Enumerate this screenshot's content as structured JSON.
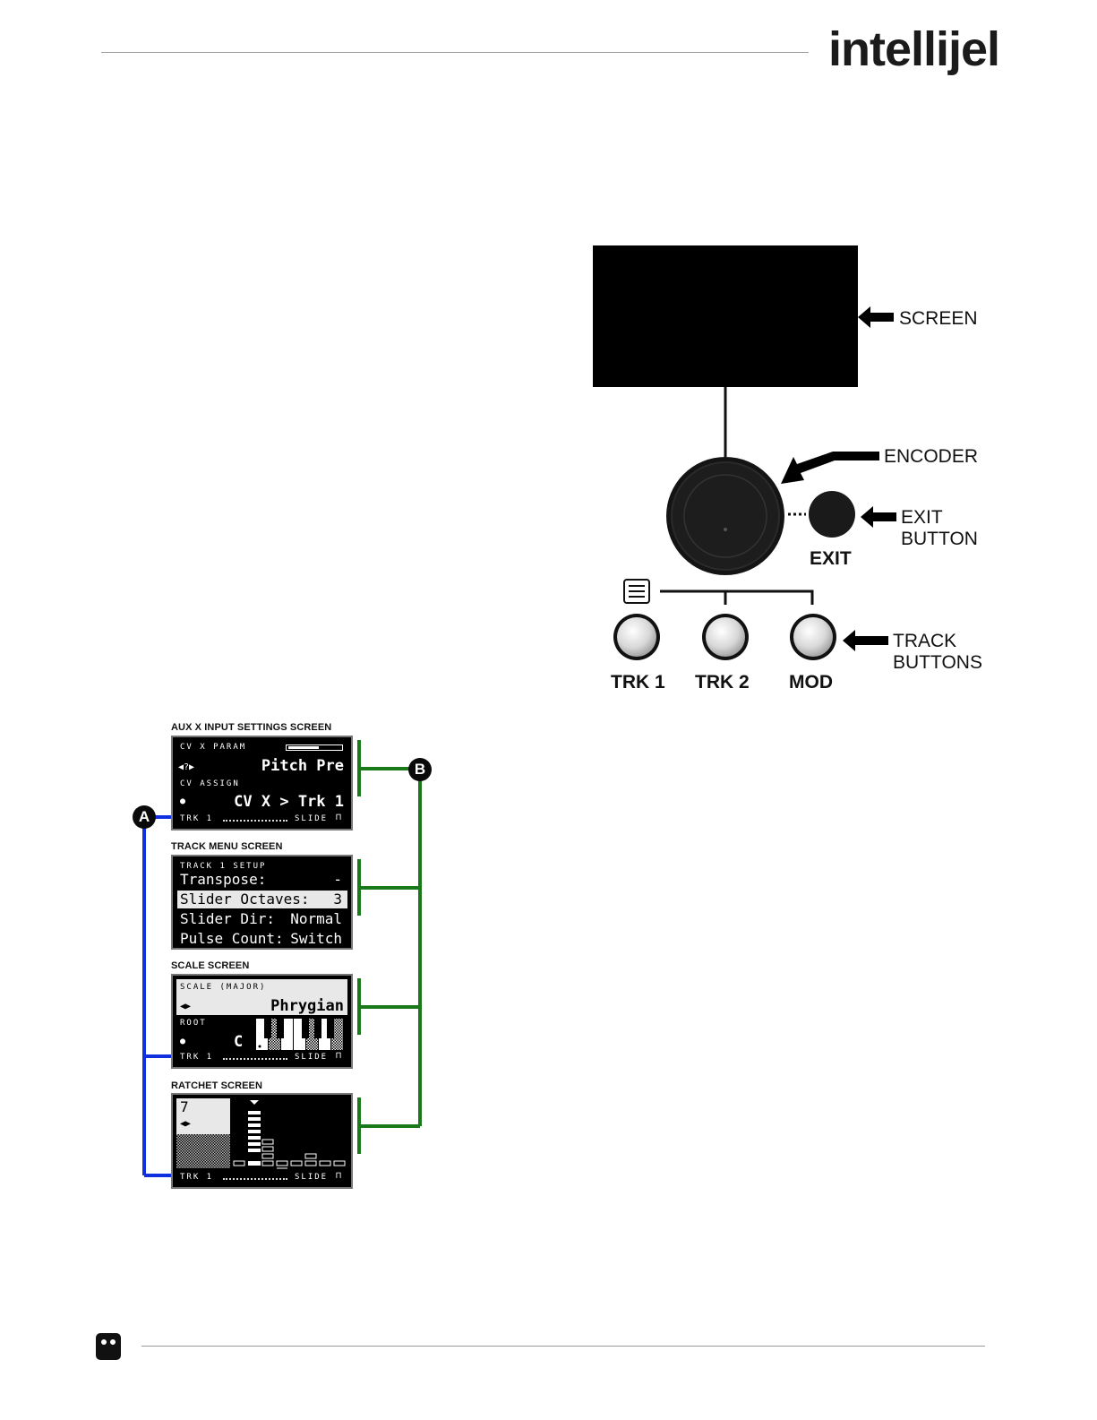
{
  "header": {
    "logo_text": "intellijel",
    "brand_accent": "#e03a6e"
  },
  "diagram": {
    "callouts": {
      "screen": "SCREEN",
      "encoder": "ENCODER",
      "exit_line1": "EXIT",
      "exit_line2": "BUTTON",
      "track_line1": "TRACK",
      "track_line2": "BUTTONS"
    },
    "exit_label": "EXIT",
    "track_buttons": [
      "TRK 1",
      "TRK 2",
      "MOD"
    ]
  },
  "screens": {
    "aux": {
      "title": "AUX X INPUT SETTINGS SCREEN",
      "param_label": "CV X PARAM",
      "param_value": "Pitch Pre",
      "assign_label": "CV ASSIGN",
      "assign_value": "CV X > Trk 1",
      "footer_left": "TRK 1",
      "footer_right": "SLIDE"
    },
    "track_menu": {
      "title": "TRACK MENU SCREEN",
      "heading": "TRACK 1 SETUP",
      "rows": [
        {
          "label": "Transpose:",
          "value": "-"
        },
        {
          "label": "Slider Octaves:",
          "value": "3"
        },
        {
          "label": "Slider Dir:",
          "value": "Normal"
        },
        {
          "label": "Pulse Count:",
          "value": "Switch"
        }
      ]
    },
    "scale": {
      "title": "SCALE SCREEN",
      "scale_label": "SCALE (MAJOR)",
      "scale_value": "Phrygian",
      "root_label": "ROOT",
      "root_value": "C",
      "footer_left": "TRK 1",
      "footer_right": "SLIDE"
    },
    "ratchet": {
      "title": "RATCHET SCREEN",
      "value": "7",
      "footer_left": "TRK 1",
      "footer_right": "SLIDE"
    }
  },
  "markers": {
    "a": "A",
    "b": "B",
    "a_color": "#1030e0",
    "b_color": "#1a7a1a"
  }
}
